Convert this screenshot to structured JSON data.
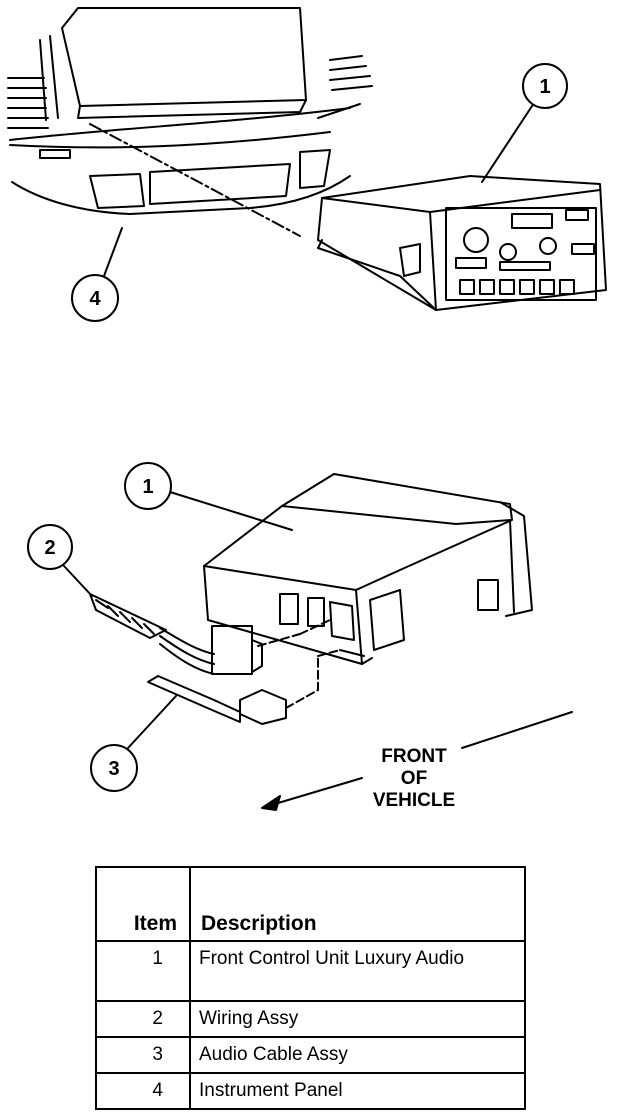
{
  "callouts": {
    "c1_top": "1",
    "c4": "4",
    "c1_bottom": "1",
    "c2": "2",
    "c3": "3"
  },
  "front_label": [
    "FRONT",
    "OF",
    "VEHICLE"
  ],
  "legend": {
    "headers": {
      "item": "Item",
      "description": "Description"
    },
    "rows": [
      {
        "item": "1",
        "description": "Front Control Unit Luxury Audio"
      },
      {
        "item": "2",
        "description": "Wiring Assy"
      },
      {
        "item": "3",
        "description": "Audio Cable Assy"
      },
      {
        "item": "4",
        "description": "Instrument Panel"
      }
    ]
  }
}
